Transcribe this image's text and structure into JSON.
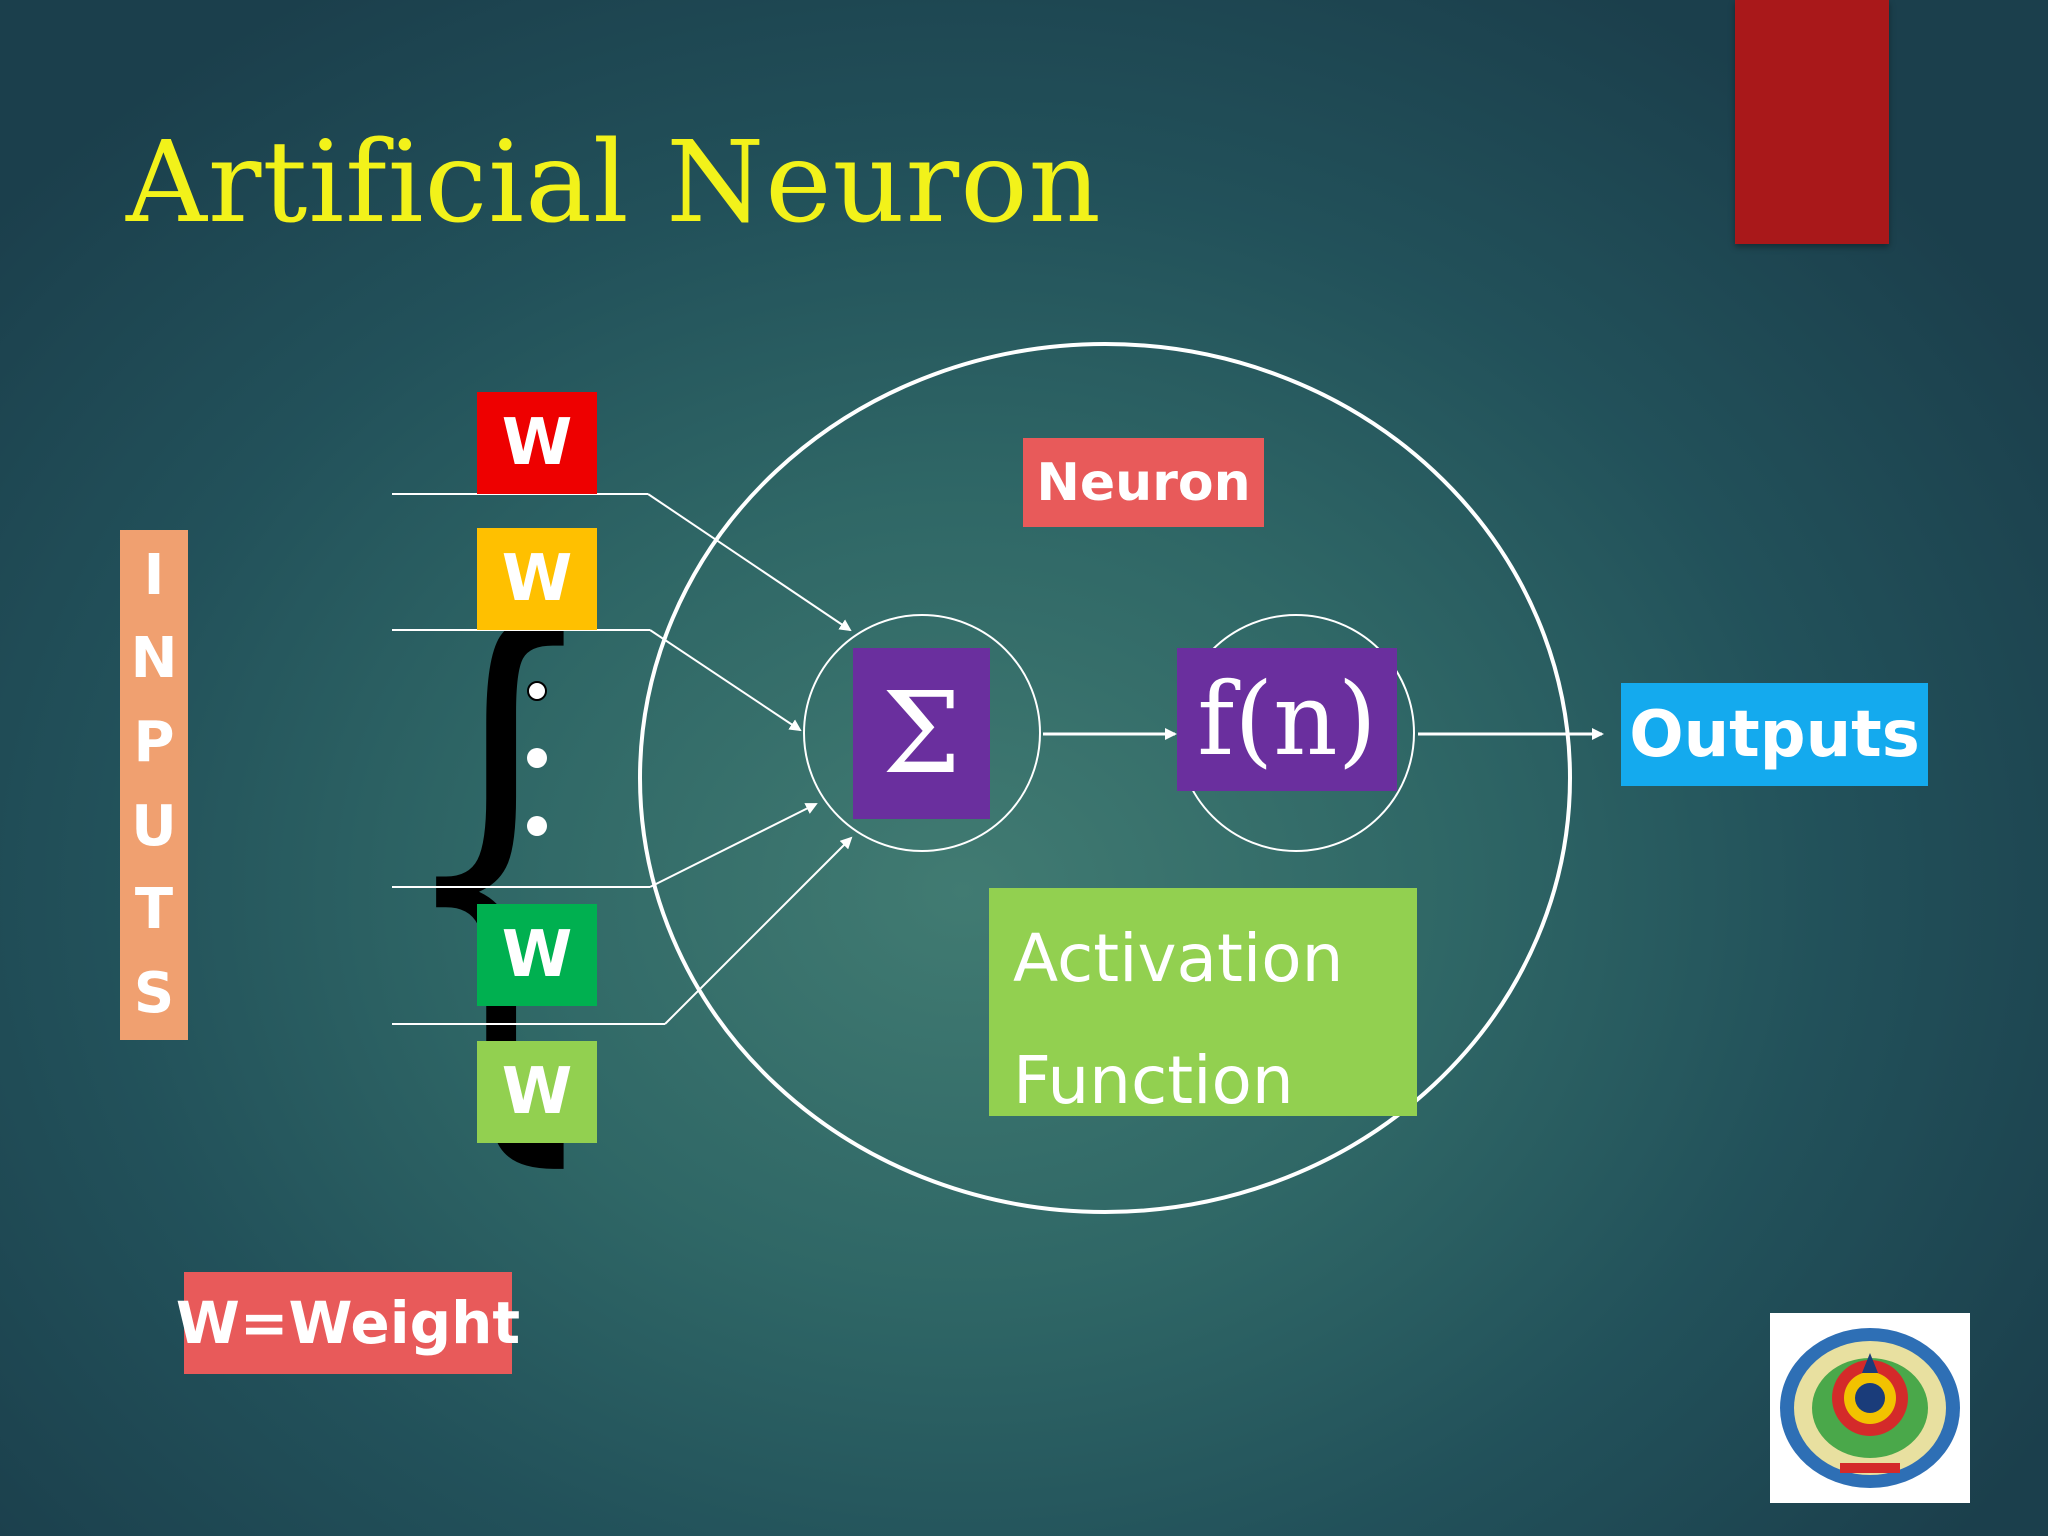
{
  "slide": {
    "title": "Artificial Neuron",
    "inputs_letters": [
      "I",
      "N",
      "P",
      "U",
      "T",
      "S"
    ],
    "weights": [
      {
        "label": "W",
        "color": "#ee0000"
      },
      {
        "label": "W",
        "color": "#ffc000"
      },
      {
        "label": "W",
        "color": "#00b050"
      },
      {
        "label": "W",
        "color": "#92d050"
      }
    ],
    "neuron_label": "Neuron",
    "sum_symbol": "Σ",
    "function_label": "f(n)",
    "activation_line1": "Activation",
    "activation_line2": "Function",
    "outputs_label": "Outputs",
    "weight_legend": "W=Weight"
  },
  "colors": {
    "title": "#f2f21a",
    "corner_bar": "#a9181a",
    "inputs_box": "#f0a070",
    "neuron_label": "#e85a5a",
    "outputs_label": "#14aaee",
    "purple_boxes": "#6a2f9e",
    "activation_box": "#92d050",
    "lines": "#ffffff"
  }
}
